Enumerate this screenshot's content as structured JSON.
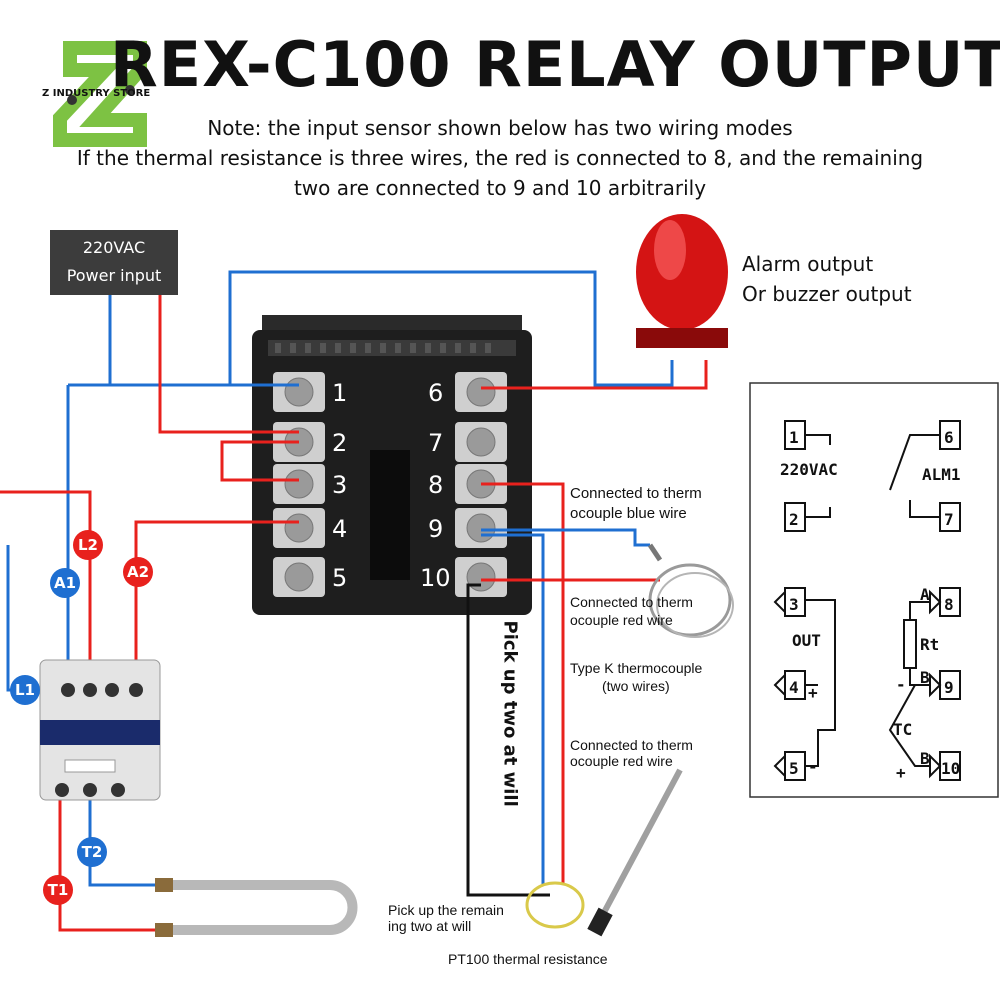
{
  "title": "REX-C100 RELAY OUTPUT",
  "brand": "Z INDUSTRY STORE",
  "note_lines": [
    "Note: the input sensor shown below has two wiring modes",
    "If the thermal resistance is three wires, the red is connected to 8, and the remaining",
    "two are connected to 9 and 10 arbitrarily"
  ],
  "power_box": {
    "line1": "220VAC",
    "line2": "Power input"
  },
  "alarm": {
    "line1": "Alarm output",
    "line2": "Or buzzer output"
  },
  "terminals": {
    "left": [
      "1",
      "2",
      "3",
      "4",
      "5"
    ],
    "right": [
      "6",
      "7",
      "8",
      "9",
      "10"
    ]
  },
  "contactor_badges": [
    {
      "text": "L2",
      "color": "#e8211d"
    },
    {
      "text": "A1",
      "color": "#1f6fd1"
    },
    {
      "text": "A2",
      "color": "#e8211d"
    },
    {
      "text": "L1",
      "color": "#1f6fd1"
    },
    {
      "text": "T2",
      "color": "#1f6fd1"
    },
    {
      "text": "T1",
      "color": "#e8211d"
    }
  ],
  "labels": {
    "blue_wire": [
      "Connected to therm",
      "ocouple blue wire"
    ],
    "red_wire_top": [
      "Connected to therm",
      "ocouple red wire"
    ],
    "type_k": [
      "Type K thermocouple",
      "(two wires)"
    ],
    "red_wire_bottom": [
      "Connected to therm",
      "ocouple red wire"
    ],
    "pick_two": "Pick up two at will",
    "pick_remaining": [
      "Pick up the remain",
      "ing two at will"
    ],
    "pt100": "PT100 thermal resistance"
  },
  "schematic": {
    "t1": "1",
    "t2": "2",
    "t6": "6",
    "t7": "7",
    "t3": "3",
    "t4": "4",
    "t5": "5",
    "t8": "8",
    "t9": "9",
    "t10": "10",
    "vac": "220VAC",
    "alm": "ALM1",
    "out": "OUT",
    "rt": "Rt",
    "tc": "TC",
    "a": "A",
    "b1": "B",
    "b2": "B",
    "plus4": "+",
    "minus5": "-",
    "minus_tc": "-",
    "plus_tc": "+"
  },
  "colors": {
    "red_wire": "#e8211d",
    "blue_wire": "#1f6fd1",
    "black_wire": "#111111",
    "logo_green": "#7dc243"
  }
}
